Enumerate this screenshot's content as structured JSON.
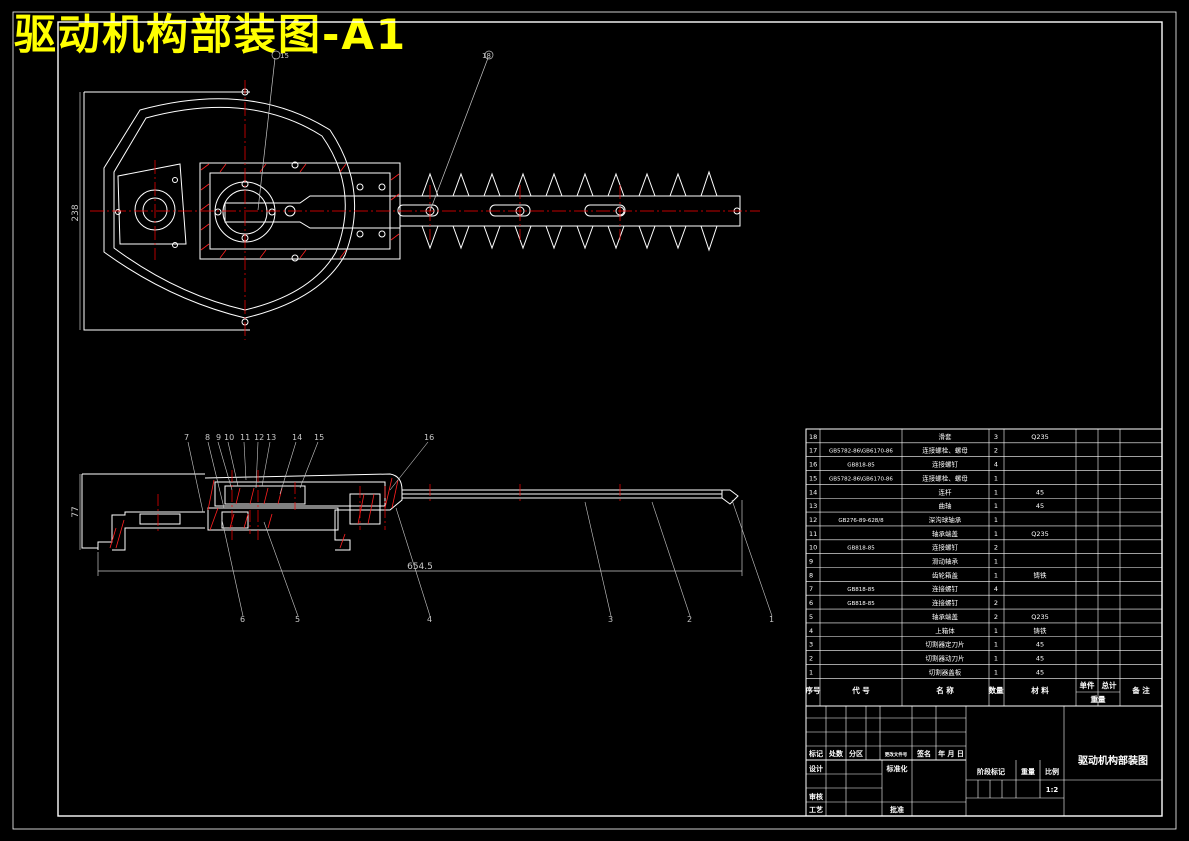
{
  "title": "驱动机构部装图-A1",
  "colors": {
    "background": "#000000",
    "line": "#ffffff",
    "center": "#ff0000",
    "hatch": "#ff2020",
    "dim": "#c8c8c8",
    "title": "#ffff00"
  },
  "dims": {
    "top_height": "238",
    "side_height": "77",
    "side_length": "654.5"
  },
  "top_view": {
    "balloons": [
      "15",
      "18"
    ]
  },
  "side_view": {
    "top_balloons": [
      "7",
      "8",
      "9",
      "10",
      "11",
      "12",
      "13",
      "14",
      "15",
      "16"
    ],
    "bottom_balloons": [
      "6",
      "5",
      "4",
      "3",
      "2",
      "1"
    ]
  },
  "bom": {
    "rows": [
      {
        "no": "18",
        "code": "",
        "name": "滑套",
        "qty": "3",
        "mat": "Q235"
      },
      {
        "no": "17",
        "code": "GB5782-86\\GB6170-86",
        "name": "连接螺栓、螺母",
        "qty": "2",
        "mat": ""
      },
      {
        "no": "16",
        "code": "GB818-85",
        "name": "连接螺钉",
        "qty": "4",
        "mat": ""
      },
      {
        "no": "15",
        "code": "GB5782-86\\GB6170-86",
        "name": "连接螺栓、螺母",
        "qty": "1",
        "mat": ""
      },
      {
        "no": "14",
        "code": "",
        "name": "连杆",
        "qty": "1",
        "mat": "45"
      },
      {
        "no": "13",
        "code": "",
        "name": "曲轴",
        "qty": "1",
        "mat": "45"
      },
      {
        "no": "12",
        "code": "GB276-89-628/8",
        "name": "深沟球轴承",
        "qty": "1",
        "mat": ""
      },
      {
        "no": "11",
        "code": "",
        "name": "轴承端盖",
        "qty": "1",
        "mat": "Q235"
      },
      {
        "no": "10",
        "code": "GB818-85",
        "name": "连接螺钉",
        "qty": "2",
        "mat": ""
      },
      {
        "no": "9",
        "code": "",
        "name": "滑动轴承",
        "qty": "1",
        "mat": ""
      },
      {
        "no": "8",
        "code": "",
        "name": "齿轮箱盖",
        "qty": "1",
        "mat": "铸铁"
      },
      {
        "no": "7",
        "code": "GB818-85",
        "name": "连接螺钉",
        "qty": "4",
        "mat": ""
      },
      {
        "no": "6",
        "code": "GB818-85",
        "name": "连接螺钉",
        "qty": "2",
        "mat": ""
      },
      {
        "no": "5",
        "code": "",
        "name": "轴承端盖",
        "qty": "2",
        "mat": "Q235"
      },
      {
        "no": "4",
        "code": "",
        "name": "上箱体",
        "qty": "1",
        "mat": "铸铁"
      },
      {
        "no": "3",
        "code": "",
        "name": "切割器定刀片",
        "qty": "1",
        "mat": "45"
      },
      {
        "no": "2",
        "code": "",
        "name": "切割器动刀片",
        "qty": "1",
        "mat": "45"
      },
      {
        "no": "1",
        "code": "",
        "name": "切割器盖板",
        "qty": "1",
        "mat": "45"
      }
    ],
    "header": {
      "no": "序号",
      "code": "代 号",
      "name": "名 称",
      "qty": "数量",
      "mat": "材 料",
      "unit": "单件",
      "total": "总计",
      "weight": "重量",
      "remark": "备 注"
    }
  },
  "titleblock": {
    "mark_row": [
      "标记",
      "处数",
      "分区",
      "更改文件号",
      "签名",
      "年 月 日"
    ],
    "design": "设计",
    "standard": "标准化",
    "review": "审核",
    "process": "工艺",
    "approve": "批准",
    "stage": "阶段标记",
    "mass": "重量",
    "scale_label": "比例",
    "scale": "1:2",
    "drawing_name": "驱动机构部装图"
  }
}
